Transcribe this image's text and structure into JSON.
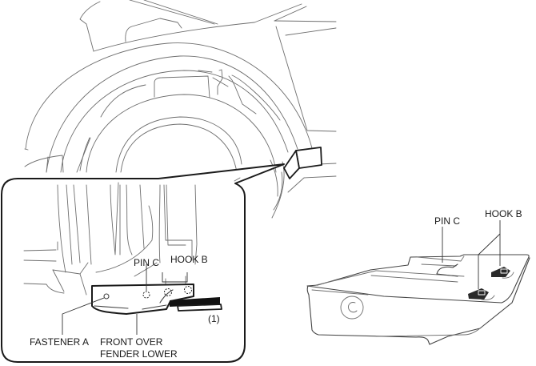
{
  "figure": {
    "description": "Front over fender lower removal illustration",
    "overview": {
      "name": "vehicle-wheel-arch-overview"
    },
    "detail_callout": {
      "labels": {
        "pin": "PIN C",
        "hook": "HOOK B",
        "step": "(1)",
        "fastener": "FASTENER A",
        "part_line1": "FRONT OVER",
        "part_line2": "FENDER LOWER"
      }
    },
    "part_view": {
      "labels": {
        "pin": "PIN C",
        "hook": "HOOK B"
      }
    }
  }
}
